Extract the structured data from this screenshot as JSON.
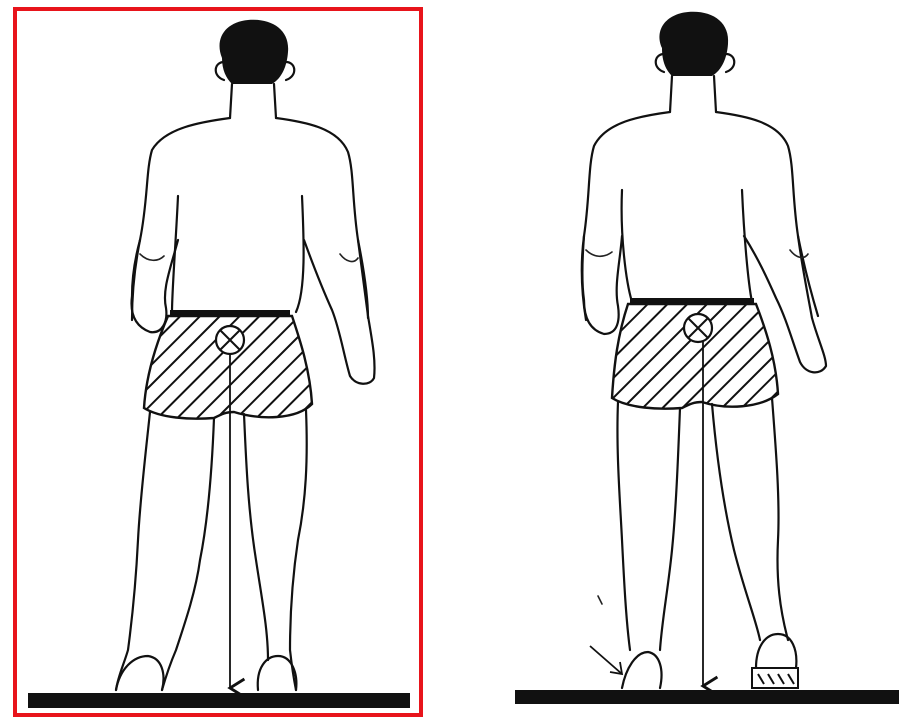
{
  "figure": {
    "panels": [
      {
        "id": "left",
        "highlighted": true,
        "highlight_color": "#e8141b",
        "description_icon": "standing-figure-back-view"
      },
      {
        "id": "right",
        "highlighted": false,
        "description_icon": "standing-figure-back-view-with-heel-lift"
      }
    ],
    "colors": {
      "line": "#111111",
      "background": "#ffffff",
      "highlight": "#e8141b"
    }
  }
}
